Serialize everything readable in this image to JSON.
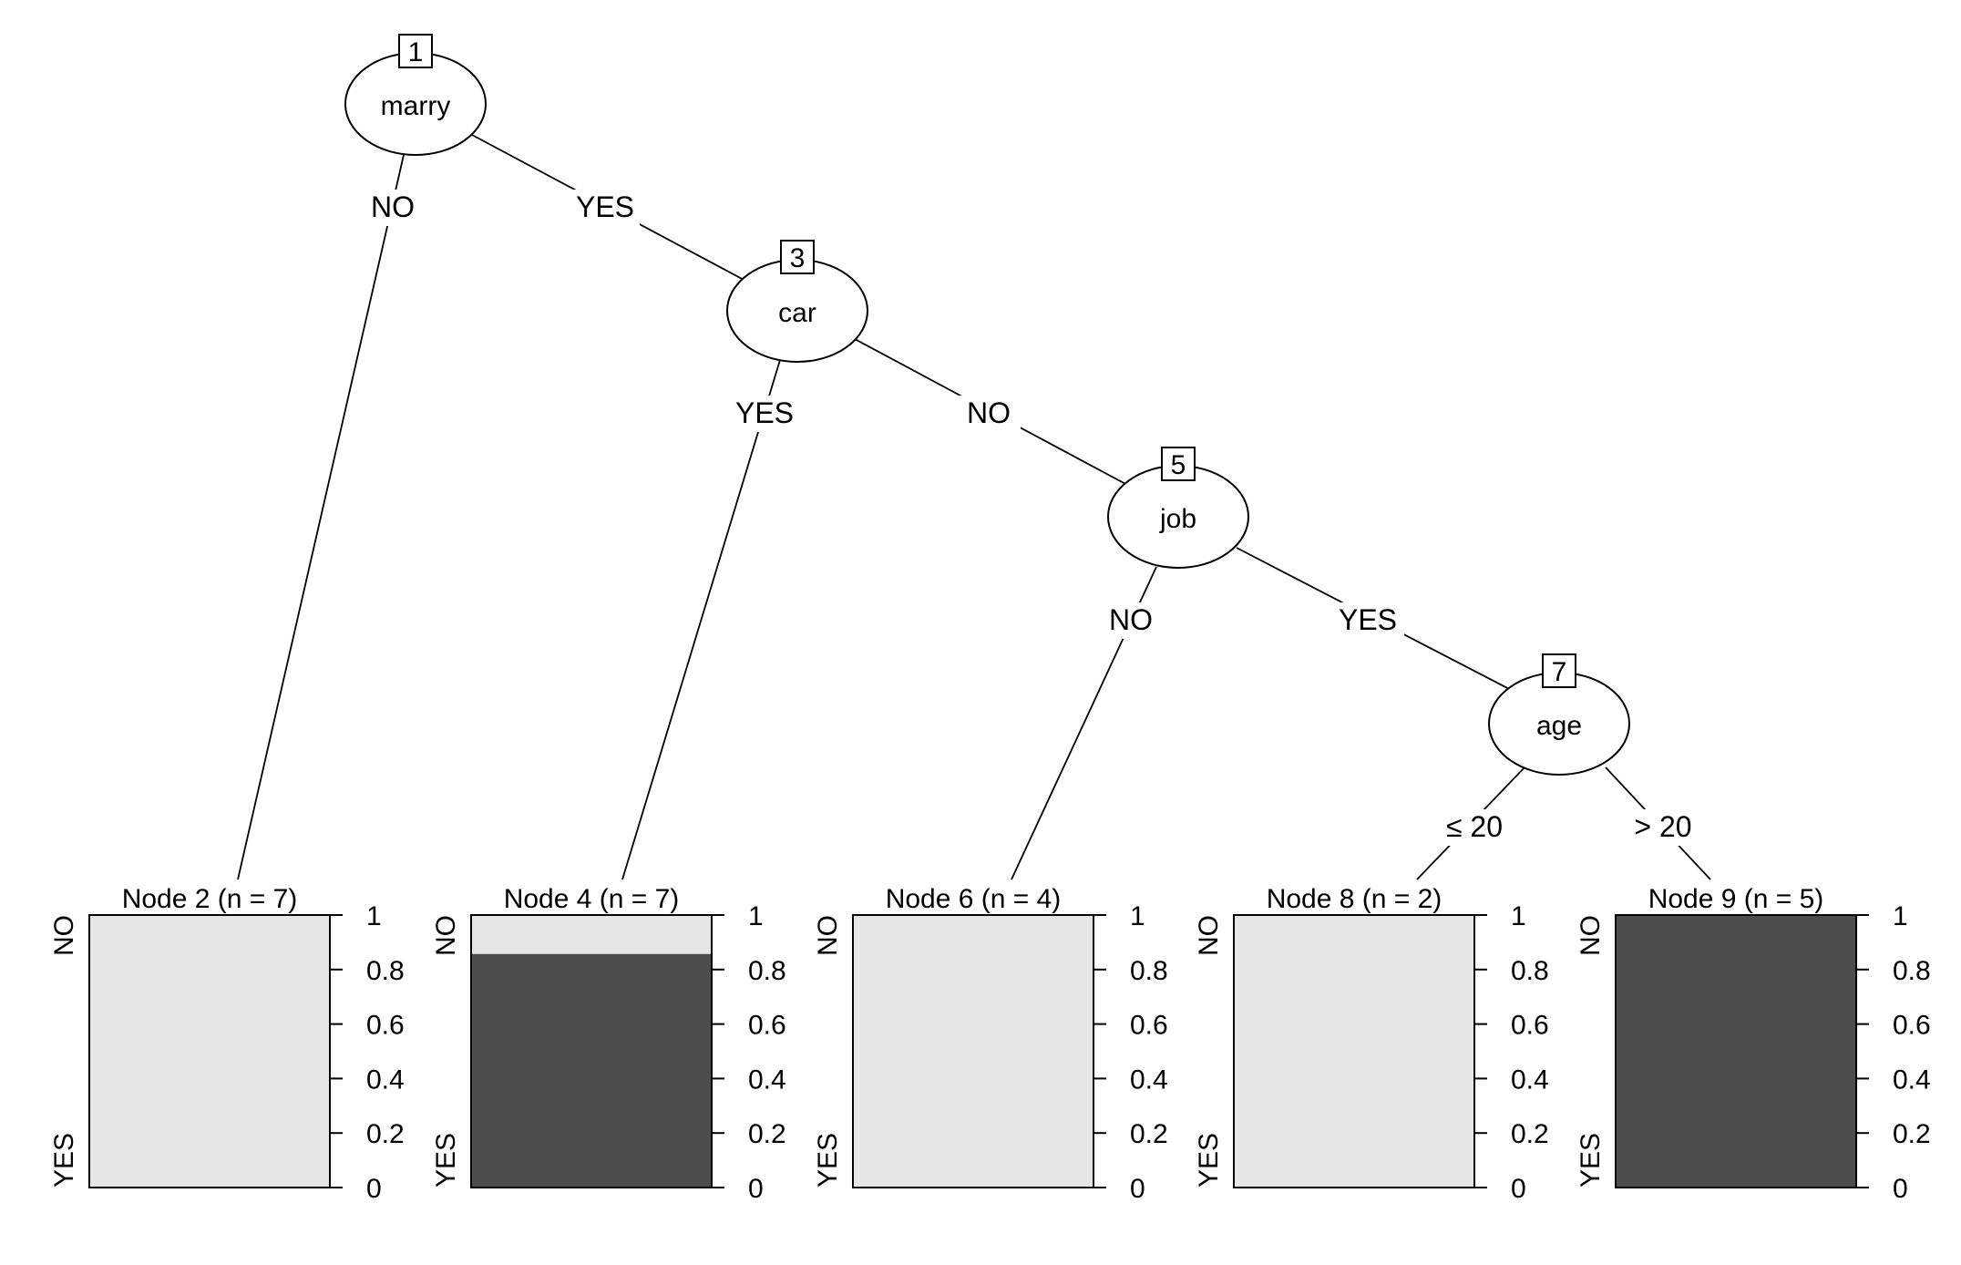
{
  "tree": {
    "inner_nodes": [
      {
        "id": "1",
        "label": "marry"
      },
      {
        "id": "3",
        "label": "car"
      },
      {
        "id": "5",
        "label": "job"
      },
      {
        "id": "7",
        "label": "age"
      }
    ],
    "edge_labels": [
      "NO",
      "YES",
      "YES",
      "NO",
      "NO",
      "YES",
      "≤ 20",
      "> 20"
    ],
    "terminal_nodes": [
      {
        "title": "Node 2 (n = 7)",
        "proportion_yes": 0.0
      },
      {
        "title": "Node 4 (n = 7)",
        "proportion_yes": 0.857
      },
      {
        "title": "Node 6 (n = 4)",
        "proportion_yes": 0.0
      },
      {
        "title": "Node 8 (n = 2)",
        "proportion_yes": 0.0
      },
      {
        "title": "Node 9 (n = 5)",
        "proportion_yes": 1.0
      }
    ],
    "class_labels": {
      "top": "NO",
      "bottom": "YES"
    },
    "axis_ticks": [
      "1",
      "0.8",
      "0.6",
      "0.4",
      "0.2",
      "0"
    ],
    "colors": {
      "NO": "#e6e6e6",
      "YES": "#4d4d4d"
    }
  }
}
